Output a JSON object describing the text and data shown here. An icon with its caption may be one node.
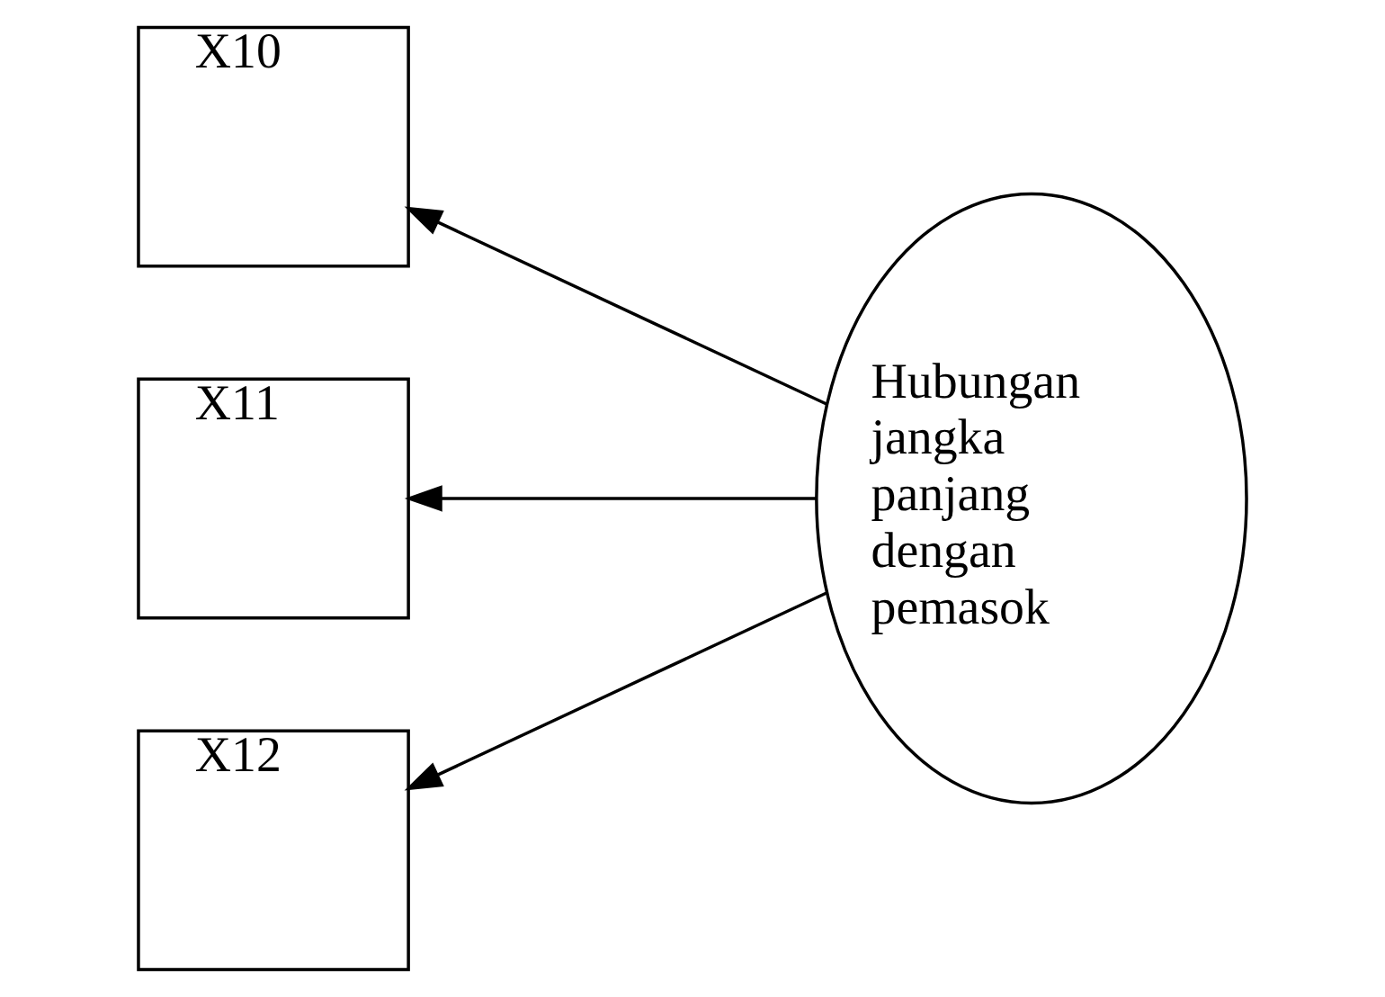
{
  "diagram": {
    "nodes": [
      {
        "text": [
          "X10"
        ]
      },
      {
        "text": [
          "X11"
        ]
      },
      {
        "text": [
          "X12"
        ]
      },
      {
        "text": [
          "Hubungan jangka panjang dengan pemasok"
        ]
      }
    ],
    "edges": [
      {
        "from": 3,
        "to": 0,
        "arrow": "to"
      },
      {
        "from": 3,
        "to": 1,
        "arrow": "to"
      },
      {
        "from": 3,
        "to": 2,
        "arrow": "to"
      }
    ]
  }
}
